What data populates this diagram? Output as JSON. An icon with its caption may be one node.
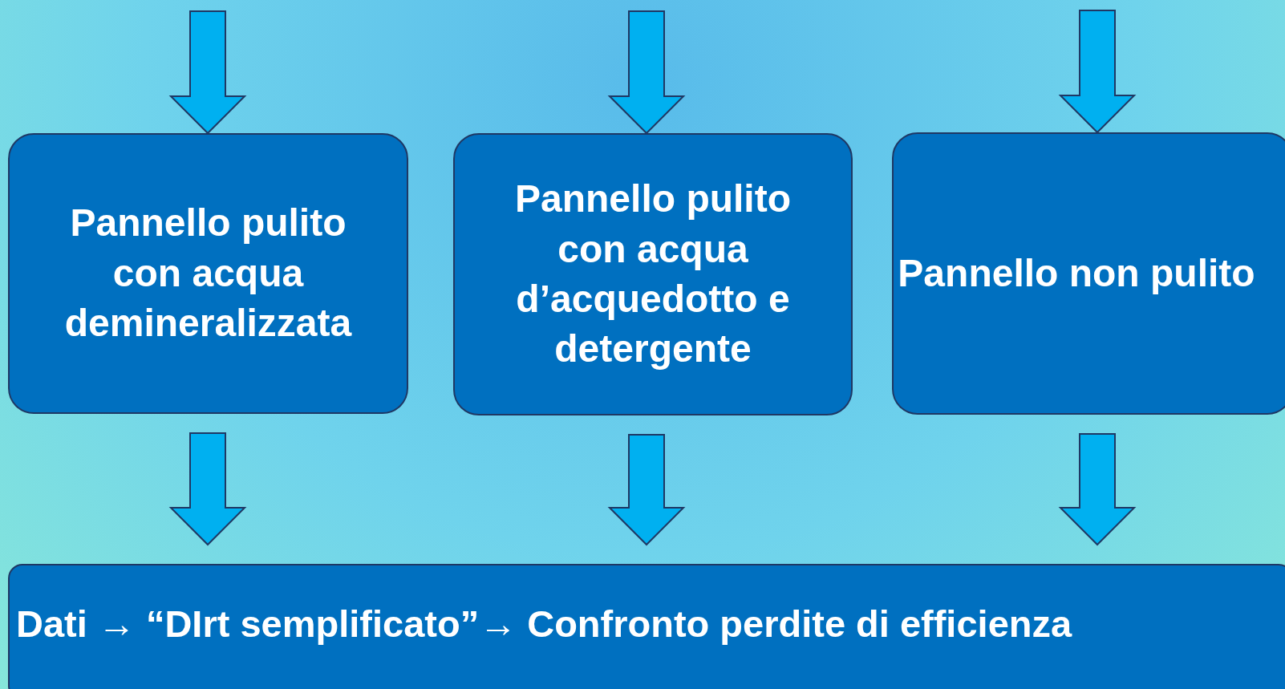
{
  "diagram": {
    "nodes": [
      {
        "text": [
          "Pannello pulito con acqua demineralizzata"
        ]
      },
      {
        "text": [
          "Pannello pulito con acqua d’acquedotto e detergente"
        ]
      },
      {
        "text": [
          "Pannello non pulito"
        ]
      },
      {
        "text": [
          "Dati → “DIrt semplificato”→ Confronto perdite di efficienza"
        ]
      }
    ],
    "edges": [
      {
        "from": null,
        "to": 0,
        "arrow": "to"
      },
      {
        "from": null,
        "to": 1,
        "arrow": "to"
      },
      {
        "from": null,
        "to": 2,
        "arrow": "to"
      },
      {
        "from": 0,
        "to": 3,
        "arrow": "to"
      },
      {
        "from": 1,
        "to": 3,
        "arrow": "to"
      },
      {
        "from": 2,
        "to": 3,
        "arrow": "to"
      }
    ]
  }
}
